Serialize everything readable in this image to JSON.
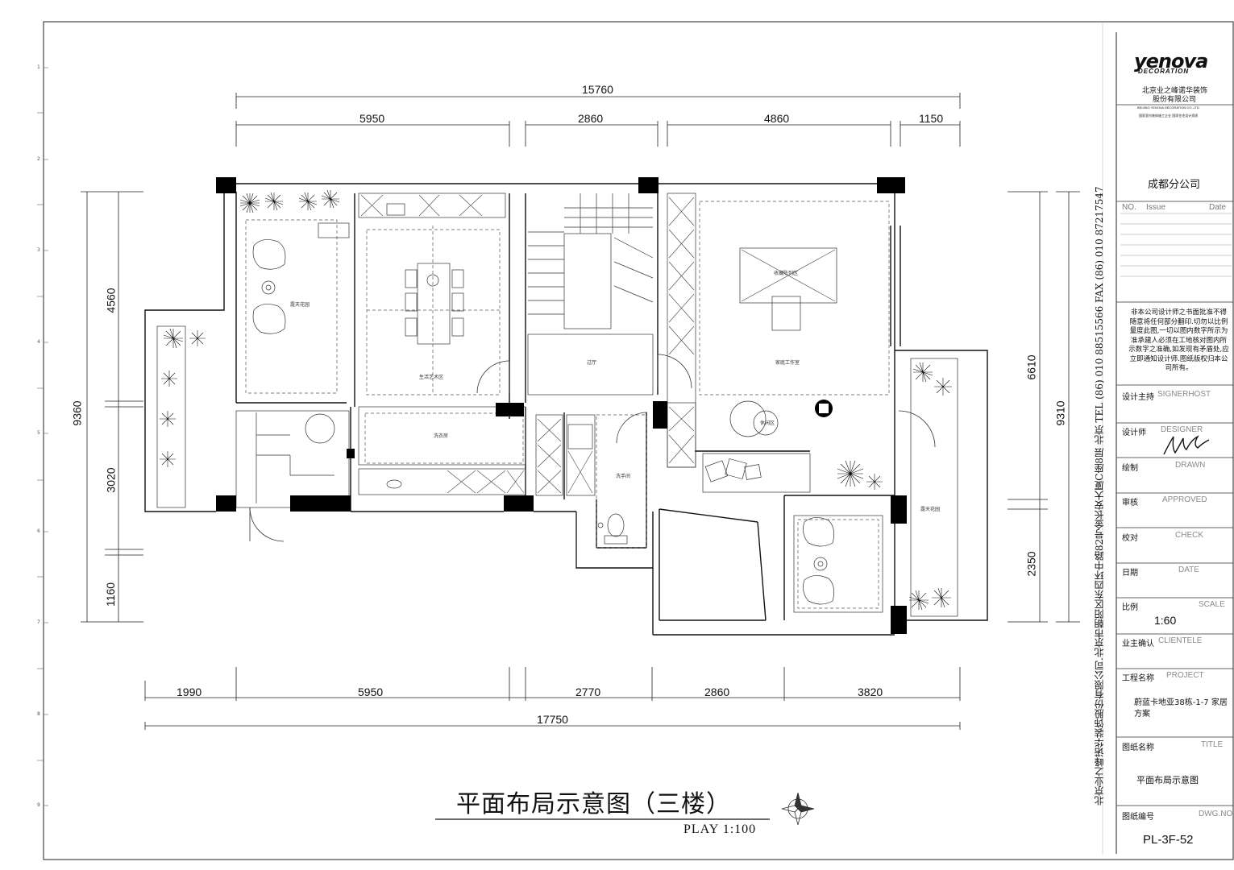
{
  "drawing": {
    "title": "平面布局示意图（三楼）",
    "scale_note": "PLAY 1:100"
  },
  "dimensions": {
    "top_overall": "15760",
    "top_segments": [
      "5950",
      "2860",
      "4860",
      "1150"
    ],
    "bottom_overall": "17750",
    "bottom_segments": [
      "1990",
      "5950",
      "2770",
      "2860",
      "3820"
    ],
    "left_overall": "9360",
    "left_segments": [
      "4560",
      "3020",
      "1160"
    ],
    "right_overall": "9310",
    "right_segments": [
      "6610",
      "2350"
    ]
  },
  "title_block": {
    "logo_text": "yenova",
    "logo_sub": "DECORATION",
    "company_cn_line1": "北京业之峰诺华装饰",
    "company_cn_line2": "股份有限公司",
    "company_en": "BEIJING YENOVA DECORATION CO.,LTD",
    "company_note": "国家室内装饰施工企业 国家住宅设计资质",
    "branch": "成都分公司",
    "issue_header": {
      "no": "NO.",
      "issue": "Issue",
      "date": "Date"
    },
    "notice": "非本公司设计师之书面批准不得随意将任何部分翻印.切勿以比例量度此图,一切以图内数字所示为准承建人必须在工地核对图内所示数字之准确,如发现有矛盾处,应立即通知设计师.图纸版权归本公司所有。",
    "rows": [
      {
        "cn": "设计主持",
        "en": "SIGNERHOST",
        "value": ""
      },
      {
        "cn": "设计师",
        "en": "DESIGNER",
        "value": ""
      },
      {
        "cn": "绘制",
        "en": "DRAWN",
        "value": ""
      },
      {
        "cn": "审核",
        "en": "APPROVED",
        "value": ""
      },
      {
        "cn": "校对",
        "en": "CHECK",
        "value": ""
      },
      {
        "cn": "日期",
        "en": "DATE",
        "value": ""
      },
      {
        "cn": "比例",
        "en": "SCALE",
        "value": "1:60"
      },
      {
        "cn": "业主确认",
        "en": "CLIENTELE",
        "value": ""
      },
      {
        "cn": "工程名称",
        "en": "PROJECT",
        "value": "蔚蓝卡地亚38栋-1-7 家居方案"
      },
      {
        "cn": "图纸名称",
        "en": "TITLE",
        "value": "平面布局示意图"
      },
      {
        "cn": "图纸编号",
        "en": "DWG.NO",
        "value": "PL-3F-52"
      }
    ]
  },
  "side_text": "北京业之峰诺华装饰股份有限公司.北京市朝阳区东四环中路82号金长安大厦C座8层  北京  TEL (86) 010 88515566  FAX (86) 010 87217547",
  "rooms": {
    "garden_left": "露天花园",
    "living": "生活艺术区",
    "hall": "过厅",
    "workspace": "家庭工作室",
    "display": "收藏陈列区",
    "laundry": "洗衣房",
    "wc": "洗手间",
    "garden_right": "露天花园",
    "lounge": "休闲区"
  },
  "ruler_marks": [
    "1",
    "2",
    "3",
    "4",
    "5",
    "6",
    "7",
    "8",
    "9"
  ]
}
